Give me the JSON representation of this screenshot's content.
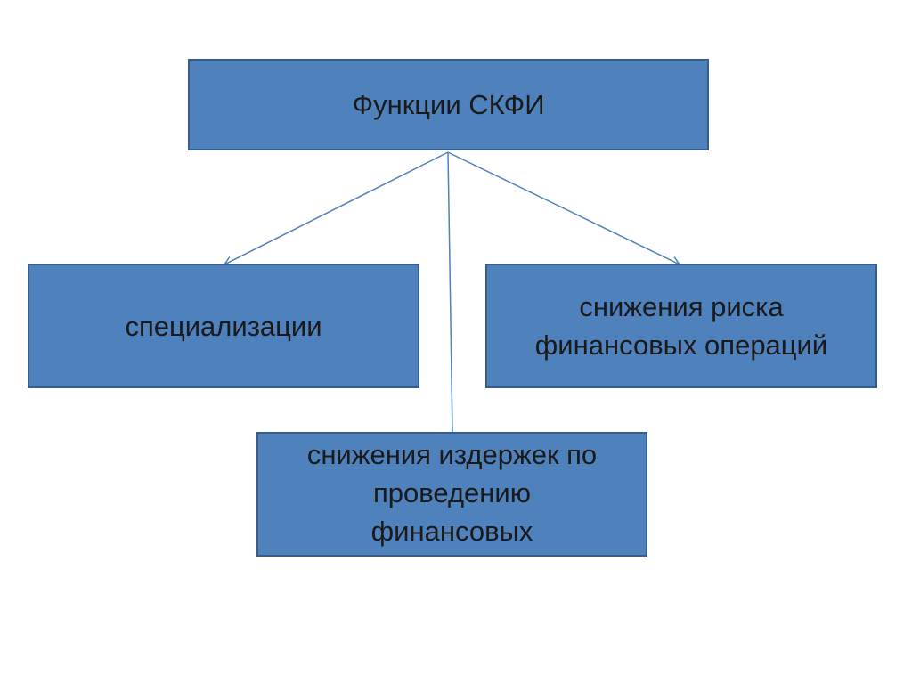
{
  "diagram": {
    "root": {
      "label": "Функции СКФИ"
    },
    "children": [
      {
        "id": "left",
        "lines": [
          "специализации"
        ]
      },
      {
        "id": "right",
        "lines": [
          "снижения риска",
          "финансовых операций"
        ]
      },
      {
        "id": "bottom",
        "lines": [
          "снижения издержек по",
          "проведению",
          "финансовых"
        ]
      }
    ],
    "colors": {
      "box_fill": "#4f81bd",
      "box_border": "#385d8a",
      "connector": "#4f81bd",
      "text": "#1a1a1a"
    }
  }
}
